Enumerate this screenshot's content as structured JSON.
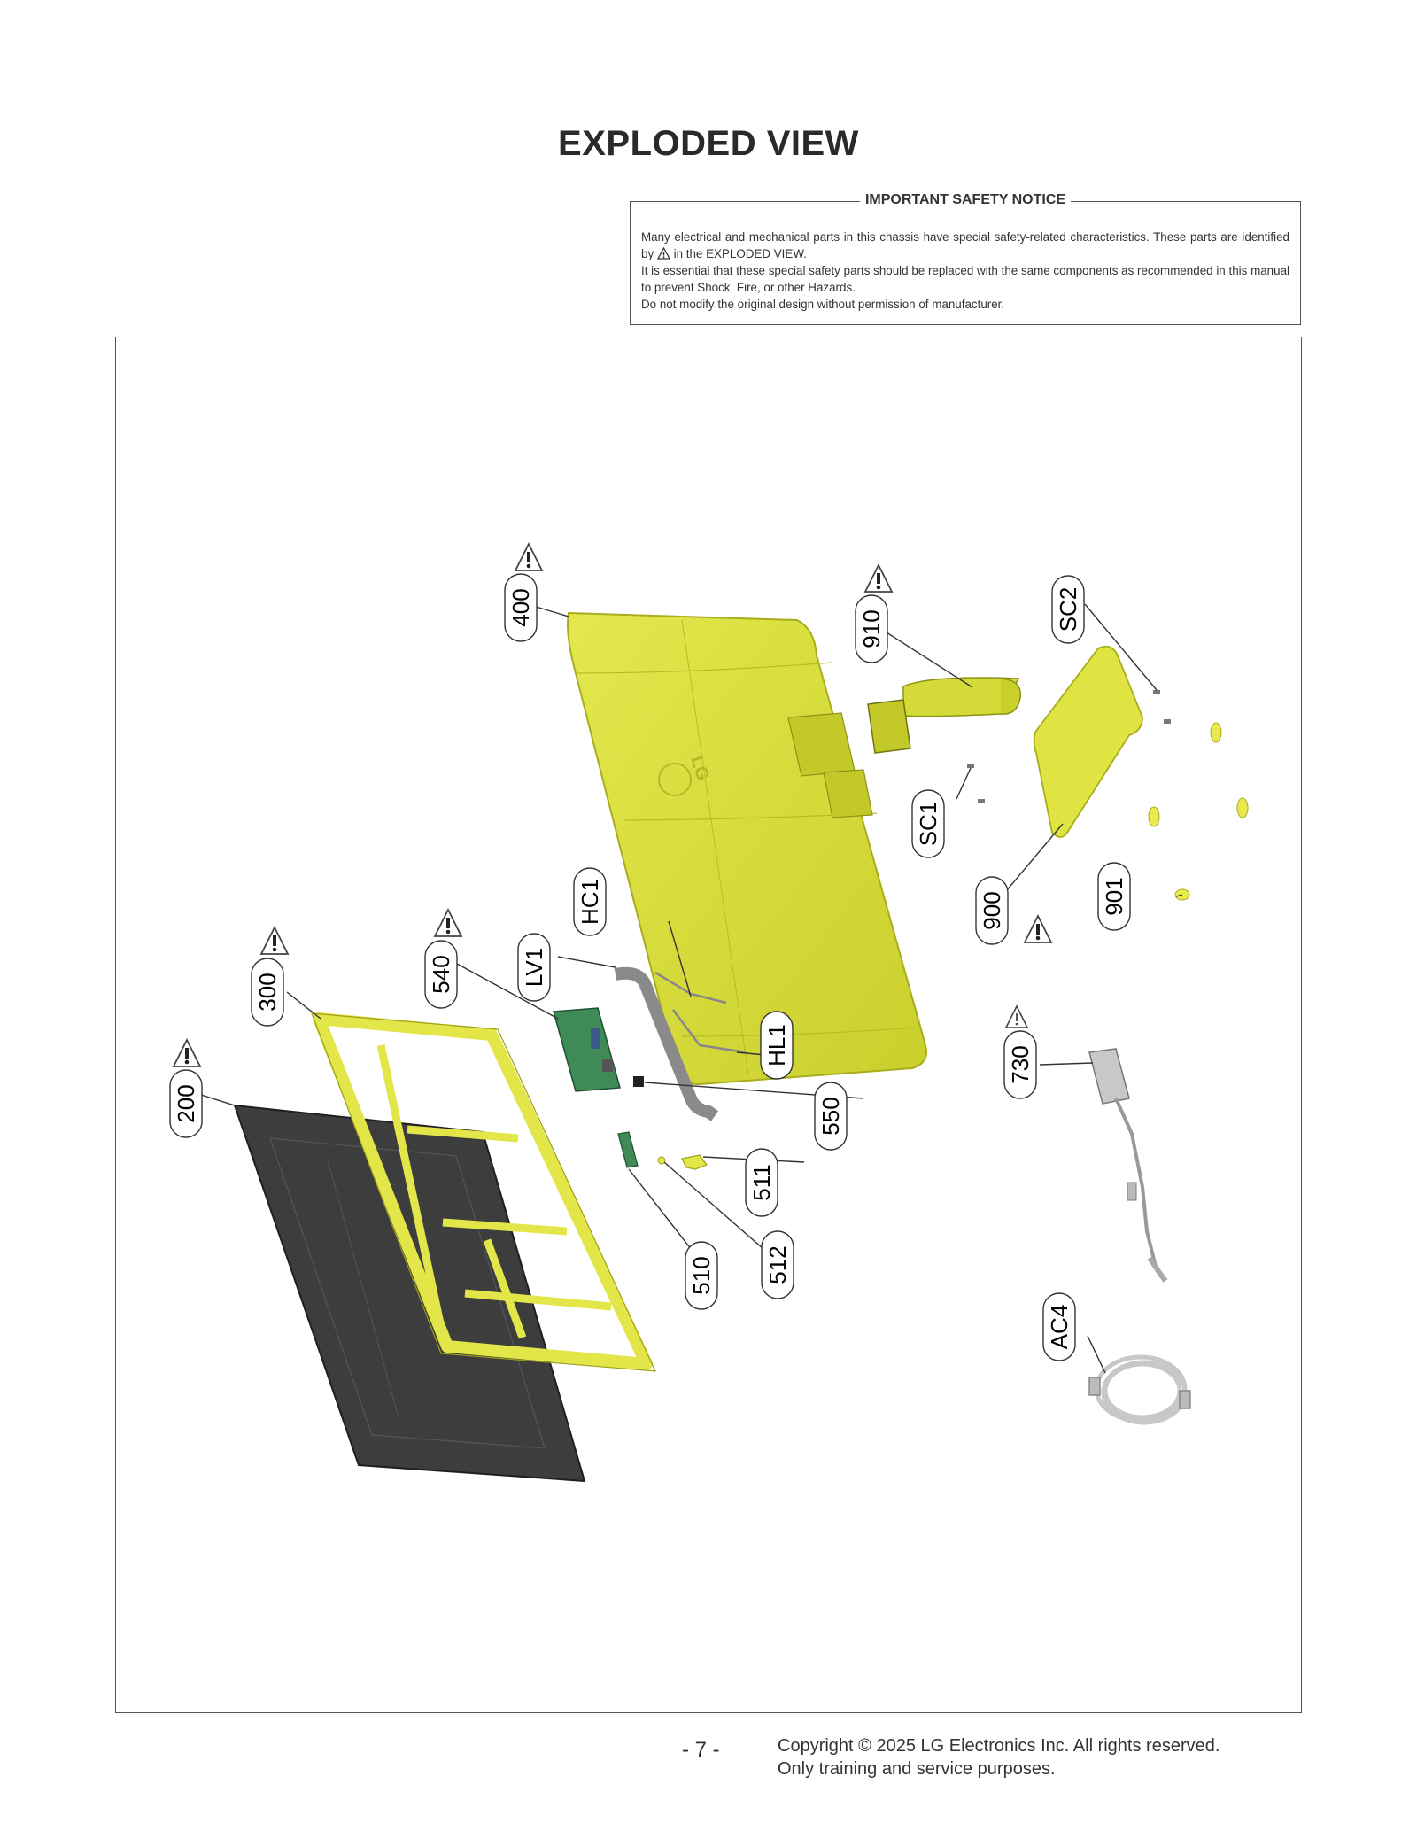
{
  "page_title": "EXPLODED VIEW",
  "safety_notice": {
    "title": "IMPORTANT SAFETY NOTICE",
    "line1a": "Many electrical and mechanical parts in this chassis have special safety-related characteristics. These parts are identified by",
    "line1b": "in the EXPLODED VIEW.",
    "line2": "It is essential that these special safety parts should be replaced with the same components as recommended in this manual to prevent Shock, Fire, or other Hazards.",
    "line3": "Do not modify the original design without permission of manufacturer."
  },
  "part_labels": {
    "p400": "400",
    "p910": "910",
    "sc2": "SC2",
    "sc1": "SC1",
    "hc1": "HC1",
    "lv1": "LV1",
    "p540": "540",
    "p300": "300",
    "p200": "200",
    "hl1": "HL1",
    "p550": "550",
    "p511": "511",
    "p510": "510",
    "p512": "512",
    "p900": "900",
    "p901": "901",
    "p730": "730",
    "ac4": "AC4"
  },
  "back_cover_logo": "LG",
  "page_number": "- 7 -",
  "copyright_line1": "Copyright © 2025 LG Electronics Inc. All rights reserved.",
  "copyright_line2": "Only training and service purposes.",
  "colors": {
    "cover_yellow": "#d9df3c",
    "frame_yellow": "#e6e84a",
    "panel_dark": "#3a3a3a",
    "pcb_green": "#3f8a56"
  }
}
